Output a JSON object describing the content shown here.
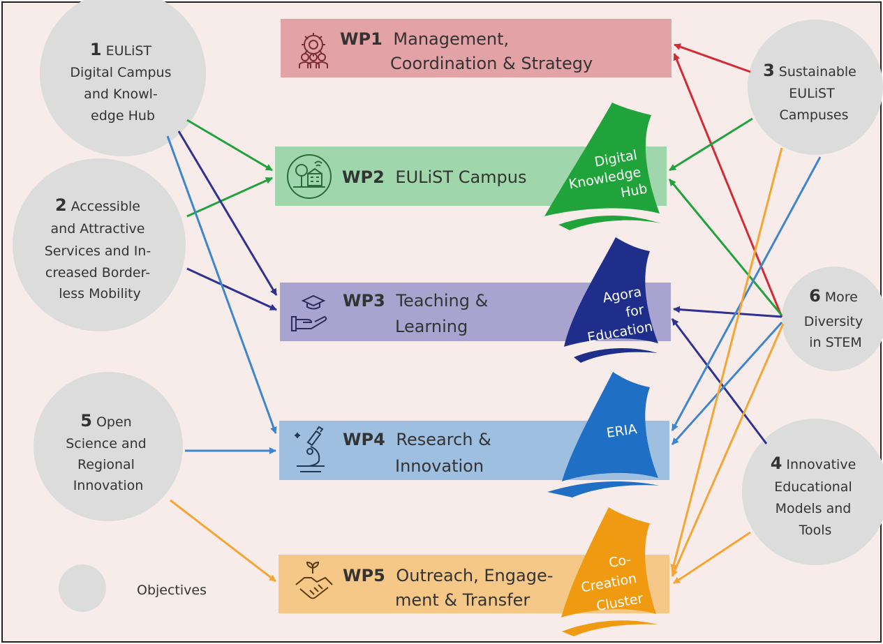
{
  "work_packages": [
    {
      "id": "wp1",
      "code": "WP1",
      "line1": "Management,",
      "line2": "Coordination & Strategy",
      "color": "#e3a2a6",
      "icon": "team-gear-icon"
    },
    {
      "id": "wp2",
      "code": "WP2",
      "line1": "EULiST Campus",
      "line2": "",
      "color": "#9fd6ab",
      "icon": "campus-wifi-icon"
    },
    {
      "id": "wp3",
      "code": "WP3",
      "line1": "Teaching &",
      "line2": "Learning",
      "color": "#a9a4cf",
      "icon": "graduation-hand-icon"
    },
    {
      "id": "wp4",
      "code": "WP4",
      "line1": "Research &",
      "line2": "Innovation",
      "color": "#9fbfe0",
      "icon": "microscope-icon"
    },
    {
      "id": "wp5",
      "code": "WP5",
      "line1": "Outreach, Engage-",
      "line2": "ment & Transfer",
      "color": "#f5c888",
      "icon": "handshake-plant-icon"
    }
  ],
  "sails": [
    {
      "id": "digital-knowledge-hub",
      "lines": [
        "Digital",
        "Knowledge",
        "Hub"
      ],
      "color": "#1fa33a"
    },
    {
      "id": "agora-for-education",
      "lines": [
        "Agora",
        "for",
        "Education"
      ],
      "color": "#1f2e8a"
    },
    {
      "id": "eria",
      "lines": [
        "ERIA"
      ],
      "color": "#1f6fc4"
    },
    {
      "id": "co-creation-cluster",
      "lines": [
        "Co-",
        "Creation",
        "Cluster"
      ],
      "color": "#ef9a10"
    }
  ],
  "objectives": [
    {
      "id": "obj1",
      "number": "1",
      "lines": [
        "EULiST",
        "Digital Campus",
        "and Knowl-",
        "edge Hub"
      ]
    },
    {
      "id": "obj2",
      "number": "2",
      "lines": [
        "Accessible",
        "and Attractive",
        "Services and In-",
        "creased Border-",
        "less Mobility"
      ]
    },
    {
      "id": "obj3",
      "number": "3",
      "lines": [
        "Sustainable",
        "EULiST",
        "Campuses"
      ]
    },
    {
      "id": "obj4",
      "number": "4",
      "lines": [
        "Innovative",
        "Educational",
        "Models and",
        "Tools"
      ]
    },
    {
      "id": "obj5",
      "number": "5",
      "lines": [
        "Open",
        "Science and",
        "Regional",
        "Innovation"
      ]
    },
    {
      "id": "obj6",
      "number": "6",
      "lines": [
        "More",
        "Diversity",
        "in STEM"
      ]
    }
  ],
  "legend": {
    "label": "Objectives",
    "circle_color": "#dcdcdc"
  },
  "colors": {
    "background": "#f8eceb",
    "objective_circle": "#dcdcdc",
    "red_arrow": "#d42a36",
    "green_arrow": "#21a33b",
    "navy_arrow": "#2e3192",
    "blue_arrow": "#3d86cf",
    "orange_arrow": "#f4a534"
  },
  "links": [
    {
      "from": "obj3",
      "to": "wp1",
      "color": "red"
    },
    {
      "from": "obj6",
      "to": "wp1",
      "color": "red"
    },
    {
      "from": "obj1",
      "to": "wp2",
      "color": "green"
    },
    {
      "from": "obj2",
      "to": "wp2",
      "color": "green"
    },
    {
      "from": "obj3",
      "to": "wp2",
      "color": "green"
    },
    {
      "from": "obj6",
      "to": "wp2",
      "color": "green"
    },
    {
      "from": "obj1",
      "to": "wp3",
      "color": "navy"
    },
    {
      "from": "obj2",
      "to": "wp3",
      "color": "navy"
    },
    {
      "from": "obj6",
      "to": "wp3",
      "color": "navy"
    },
    {
      "from": "obj4",
      "to": "wp3",
      "color": "navy"
    },
    {
      "from": "obj1",
      "to": "wp4",
      "color": "blue"
    },
    {
      "from": "obj5",
      "to": "wp4",
      "color": "blue"
    },
    {
      "from": "obj3",
      "to": "wp4",
      "color": "blue"
    },
    {
      "from": "obj6",
      "to": "wp4",
      "color": "blue"
    },
    {
      "from": "obj5",
      "to": "wp5",
      "color": "orange"
    },
    {
      "from": "obj3",
      "to": "wp5",
      "color": "orange"
    },
    {
      "from": "obj6",
      "to": "wp5",
      "color": "orange"
    },
    {
      "from": "obj4",
      "to": "wp5",
      "color": "orange"
    }
  ]
}
